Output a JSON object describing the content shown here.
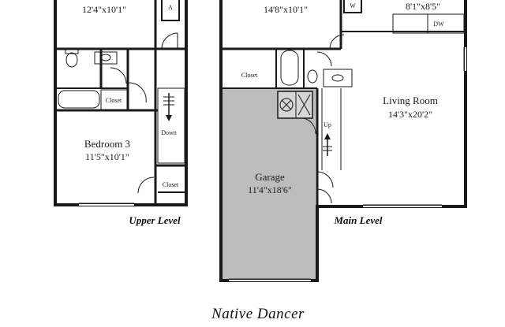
{
  "upper_level": {
    "label": "Upper Level",
    "bedroom_top_dims": "12'4\"x10'1\"",
    "closet_a": "Closet",
    "closet_b": "Closet",
    "bedroom3_name": "Bedroom 3",
    "bedroom3_dims": "11'5\"x10'1\"",
    "stair_label": "Down",
    "laundry_mark": "A"
  },
  "main_level": {
    "label": "Main Level",
    "top_room_dims": "14'8\"x10'1\"",
    "kitchen_dims": "8'1\"x8'5\"",
    "dw": "DW",
    "w": "W",
    "closet": "Closet",
    "living_room_name": "Living Room",
    "living_room_dims": "14'3\"x20'2\"",
    "stair_label": "Up",
    "garage_name": "Garage",
    "garage_dims": "11'4\"x18'6\""
  },
  "plan_title": "Native Dancer",
  "colors": {
    "wall": "#1a1a1a",
    "garage_fill": "#bdbdbd",
    "background": "#ffffff"
  }
}
